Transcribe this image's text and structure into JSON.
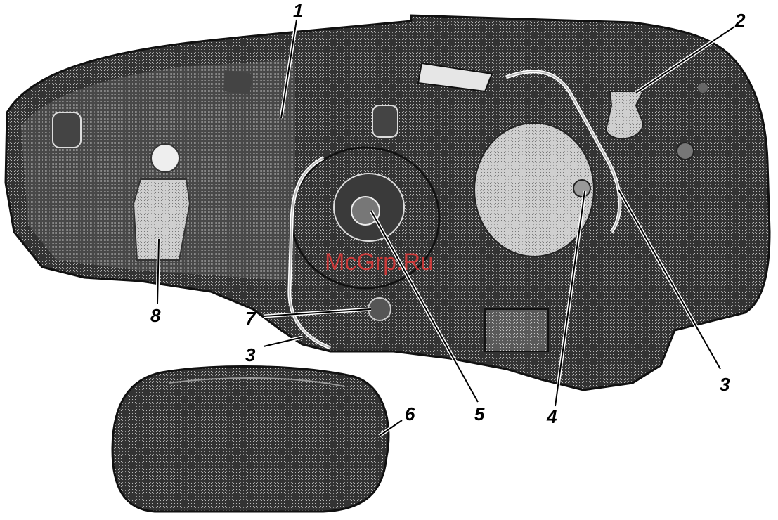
{
  "watermark": "McGrp.Ru",
  "callouts": {
    "c1": "1",
    "c2": "2",
    "c3a": "3",
    "c3b": "3",
    "c4": "4",
    "c5": "5",
    "c6": "6",
    "c7": "7",
    "c8": "8"
  },
  "colors": {
    "housing_dark": "#2e2e2e",
    "housing_mid": "#5a5a5a",
    "light_part": "#d8d8d8",
    "watermark": "#e03a3a"
  }
}
